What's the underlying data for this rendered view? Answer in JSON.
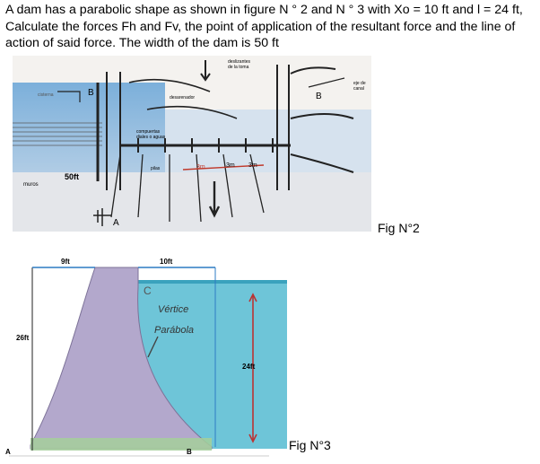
{
  "problem_text": "A dam has a parabolic shape as shown in figure N ° 2 and N ° 3 with Xo = 10 ft and l = 24 ft, Calculate the forces Fh and Fv, the point of application of the resultant force and the line of action of said force. The width of the dam is 50 ft",
  "figure2": {
    "caption": "Fig N°2",
    "labels": {
      "b_left": "B",
      "b_right": "B",
      "a_bottom": "A",
      "muros": "muros",
      "cisterna": "cisterna",
      "desarenador": "desarenador",
      "compuertas": "compuertas",
      "compuertas_2": "diales o aguas",
      "deslizantes": "deslizantes",
      "deslizantes_2": "de la toma",
      "eje_canal": "eje de",
      "eje_canal_2": "canal",
      "pilas": "pilas",
      "fifty_ft": "50ft",
      "three_m_a": "3m",
      "three_m_b": "3m",
      "three_m_c": "3m"
    }
  },
  "figure3": {
    "caption": "Fig N°3",
    "labels": {
      "top_left": "9ft",
      "top_right": "10ft",
      "height_left": "26ft",
      "height_right": "24ft",
      "point_a": "A",
      "point_b": "B",
      "point_c": "C",
      "vertex": "Vértice",
      "parabola": "Parábola"
    }
  }
}
